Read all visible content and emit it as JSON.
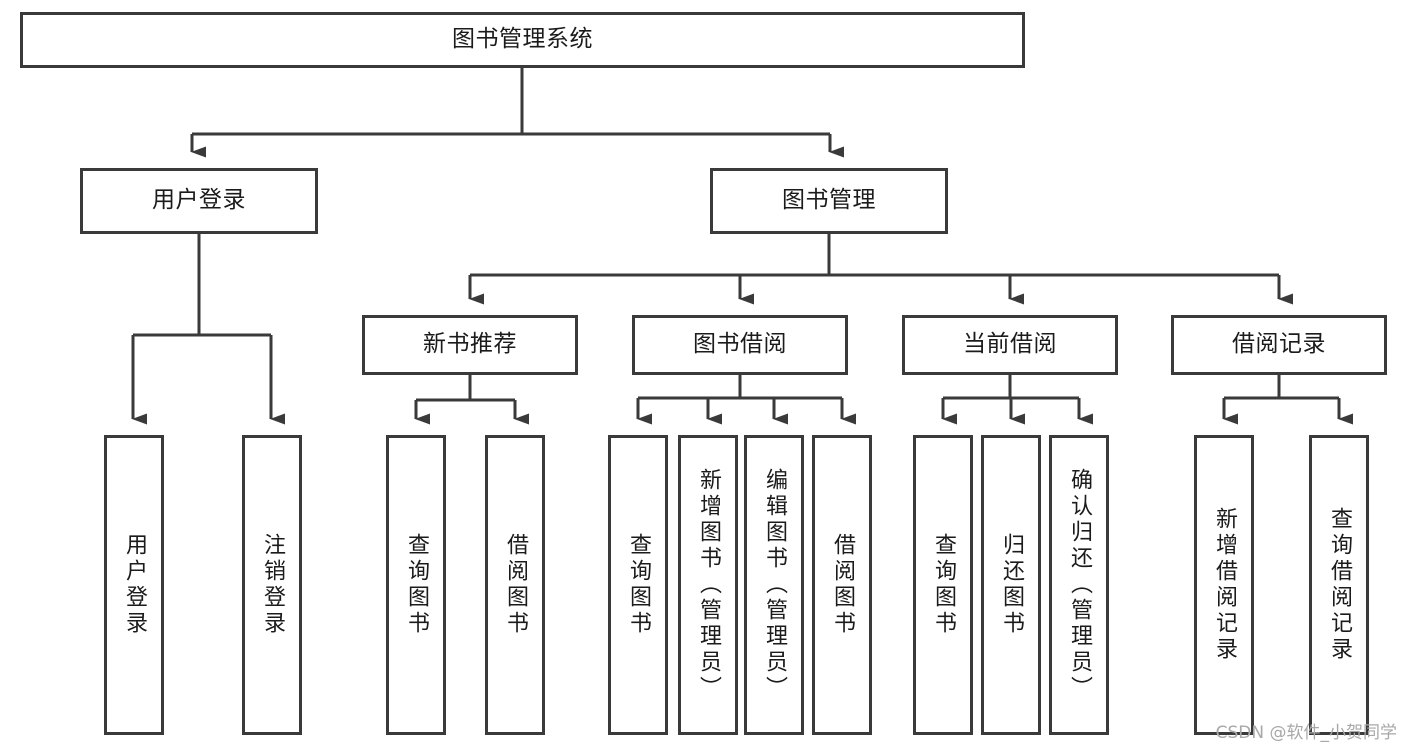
{
  "diagram": {
    "type": "tree-hierarchy-chart",
    "title": "图书管理系统",
    "watermark": "CSDN @软件_小贺同学",
    "colors": {
      "box_border": "#3a3a3a",
      "box_fill": "#ffffff",
      "connector": "#3a3a3a",
      "text": "#1b1b1b",
      "watermark": "#a8a8a8",
      "background": "#ffffff"
    },
    "root": {
      "label": "图书管理系统"
    },
    "level2": [
      {
        "key": "user_login",
        "label": "用户登录"
      },
      {
        "key": "book_manage",
        "label": "图书管理"
      }
    ],
    "level3": [
      {
        "key": "new_book_rec",
        "label": "新书推荐",
        "parent": "book_manage"
      },
      {
        "key": "book_borrow",
        "label": "图书借阅",
        "parent": "book_manage"
      },
      {
        "key": "current_borrow",
        "label": "当前借阅",
        "parent": "book_manage"
      },
      {
        "key": "borrow_record",
        "label": "借阅记录",
        "parent": "book_manage"
      }
    ],
    "leaves": {
      "user_login": [
        {
          "label": "用户登录"
        },
        {
          "label": "注销登录"
        }
      ],
      "new_book_rec": [
        {
          "label": "查询图书"
        },
        {
          "label": "借阅图书"
        }
      ],
      "book_borrow": [
        {
          "label": "查询图书"
        },
        {
          "label": "新增图书（管理员）"
        },
        {
          "label": "编辑图书（管理员）"
        },
        {
          "label": "借阅图书"
        }
      ],
      "current_borrow": [
        {
          "label": "查询图书"
        },
        {
          "label": "归还图书"
        },
        {
          "label": "确认归还（管理员）"
        }
      ],
      "borrow_record": [
        {
          "label": "新增借阅记录"
        },
        {
          "label": "查询借阅记录"
        }
      ]
    }
  }
}
